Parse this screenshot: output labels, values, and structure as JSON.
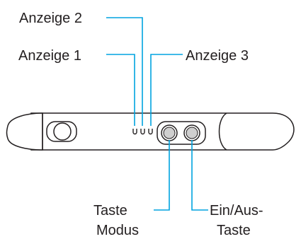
{
  "labels": {
    "indicator_1": "Anzeige 1",
    "indicator_2": "Anzeige 2",
    "indicator_3": "Anzeige 3",
    "mode_button_line1": "Taste",
    "mode_button_line2": "Modus",
    "power_button_line1": "Ein/Aus-",
    "power_button_line2": "Taste"
  },
  "colors": {
    "callout_line": "#00a3e0",
    "outline": "#231f20",
    "button_fill": "#cfcfcf",
    "background": "#ffffff"
  }
}
